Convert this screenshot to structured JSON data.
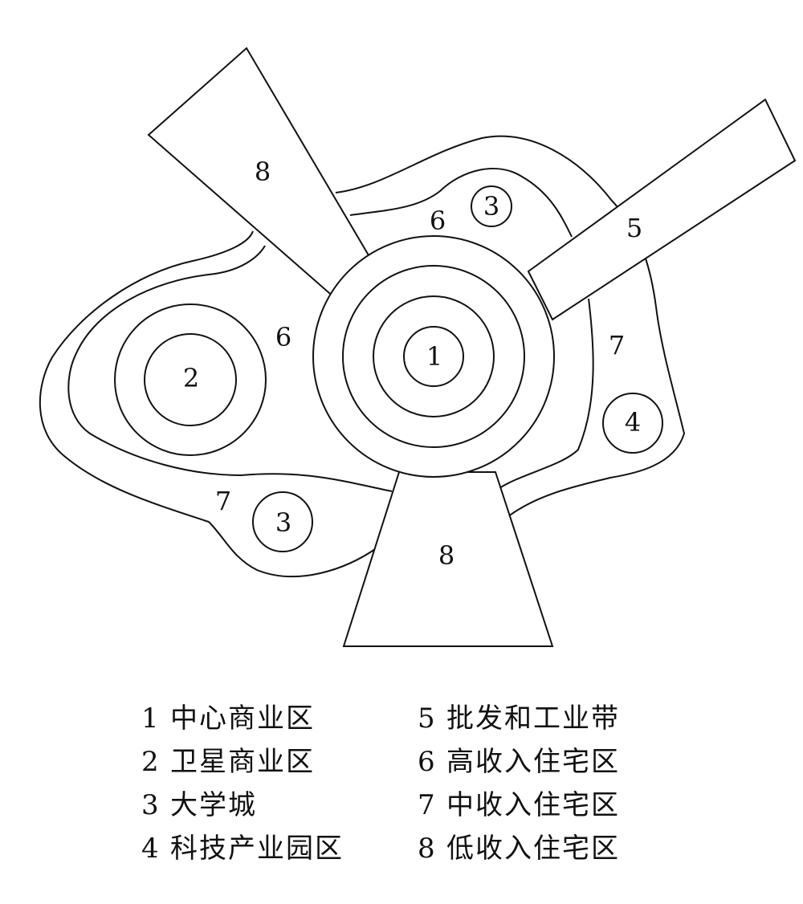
{
  "zones": {
    "z1": "1",
    "z2": "2",
    "z3a": "3",
    "z3b": "3",
    "z4": "4",
    "z5": "5",
    "z6a": "6",
    "z6b": "6",
    "z7a": "7",
    "z7b": "7",
    "z8a": "8",
    "z8b": "8"
  },
  "legend": {
    "left": [
      {
        "num": "1",
        "text": "中心商业区"
      },
      {
        "num": "2",
        "text": "卫星商业区"
      },
      {
        "num": "3",
        "text": "大学城"
      },
      {
        "num": "4",
        "text": "科技产业园区"
      }
    ],
    "right": [
      {
        "num": "5",
        "text": "批发和工业带"
      },
      {
        "num": "6",
        "text": "高收入住宅区"
      },
      {
        "num": "7",
        "text": "中收入住宅区"
      },
      {
        "num": "8",
        "text": "低收入住宅区"
      }
    ]
  },
  "colors": {
    "line": "#111111",
    "background": "#ffffff"
  }
}
